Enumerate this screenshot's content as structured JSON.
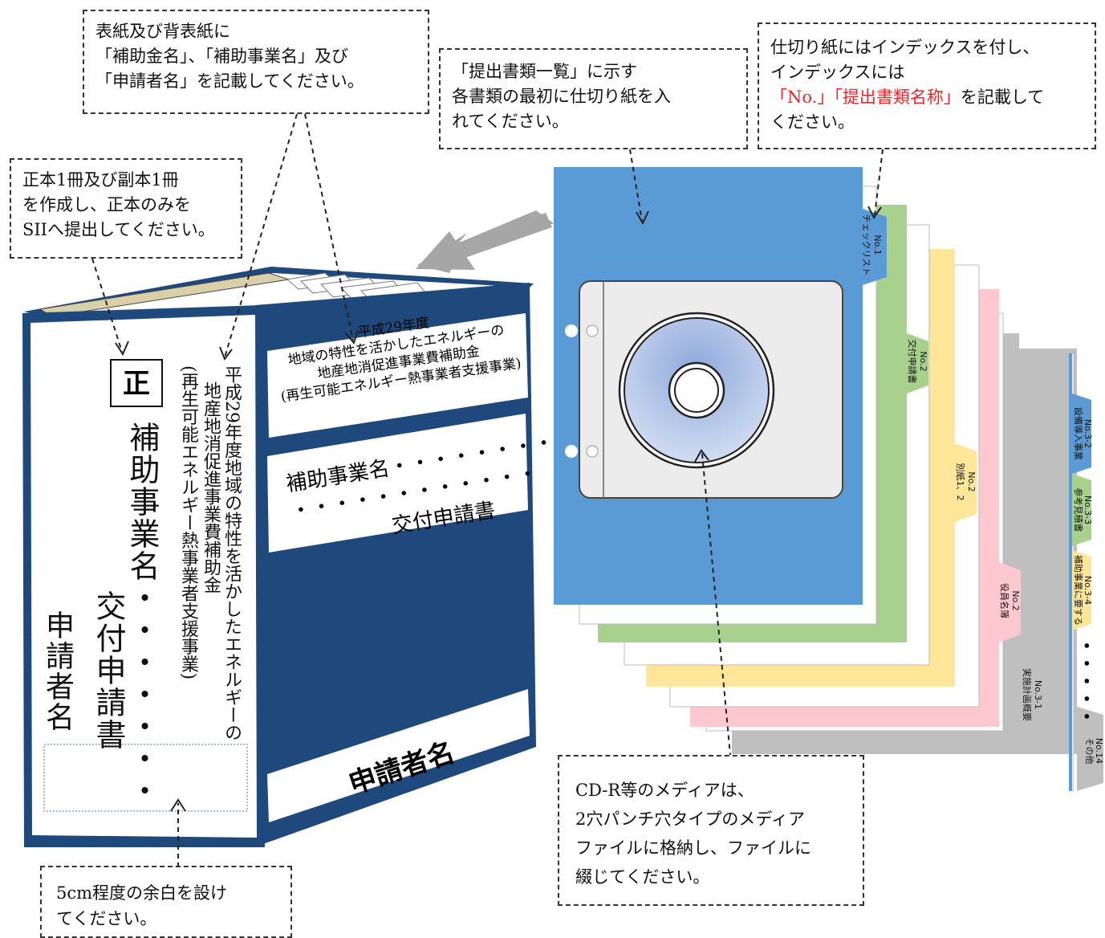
{
  "callouts": {
    "cover": {
      "line1": "表紙及び背表紙に",
      "line2": "「補助金名」、「補助事業名」及び",
      "line3": "「申請者名」を記載してください。"
    },
    "divider": {
      "line1": "「提出書類一覧」に示す",
      "line2": "各書類の最初に仕切り紙を入",
      "line3": "れてください。"
    },
    "index": {
      "line1": "仕切り紙にはインデックスを付し、",
      "line2": "インデックスには",
      "line3_red": "「No.」「提出書類名称」",
      "line3_rest": "を記載して",
      "line4": "ください。"
    },
    "copies": {
      "line1": "正本1冊及び副本1冊",
      "line2": "を作成し、正本のみを",
      "line3": "SIIへ提出してください。"
    },
    "media": {
      "line1": "CD-R等のメディアは、",
      "line2": "2穴パンチ穴タイプのメディア",
      "line3": "ファイルに格納し、ファイルに",
      "line4": "綴じてください。"
    },
    "margin": {
      "line1": "5cm程度の余白を設け",
      "line2": "てください。"
    }
  },
  "binder_cover": {
    "original_mark": "正",
    "project_name": "補助事業名・・・・・・・",
    "grant_application": "交付申請書",
    "applicant": "申請者名",
    "grant_name_col1": "平成29年度地域の特性を活かしたエネルギーの",
    "grant_name_col2": "地産地消促進事業費補助金",
    "grant_name_col3": "(再生可能エネルギー熱事業者支援事業)"
  },
  "binder_spine": {
    "line1": "平成29年度",
    "line2": "地域の特性を活かしたエネルギーの",
    "line3": "地産地消促進事業費補助金",
    "line4": "(再生可能エネルギー熱事業者支援事業)",
    "project_line": "補助事業名・・・・・・・・",
    "dots_line": "・・・・・・・・・・・・",
    "grant_application": "交付申請書",
    "applicant": "申請者名"
  },
  "tabs": [
    {
      "no": "No.1",
      "name": "チェックリスト",
      "color": "#5b9bd5"
    },
    {
      "no": "No.2",
      "name": "交付申請書",
      "color": "#a9d18e"
    },
    {
      "no": "No.2",
      "name": "別紙1、2",
      "color": "#ffe699"
    },
    {
      "no": "No.2",
      "name": "役員名簿",
      "color": "#ffc7ce"
    },
    {
      "no": "No.3-1",
      "name": "実施計画概要",
      "color": "#bfbfbf"
    },
    {
      "no": "No.3-2",
      "name": "設備導入事業",
      "color": "#5b9bd5"
    },
    {
      "no": "No.3-3",
      "name": "参考見積書",
      "color": "#a9d18e"
    },
    {
      "no": "No.3-4",
      "name": "補助事業に要する",
      "color": "#ffe699"
    },
    {
      "no": "No.14",
      "name": "その他",
      "color": "#bfbfbf"
    }
  ],
  "tab_ellipsis": "・・・・・",
  "colors": {
    "binder": "#1f497d",
    "divider_blue": "#5b9bd5",
    "arrow_gray": "#a6a6a6",
    "cd": "#b4c7e7"
  }
}
